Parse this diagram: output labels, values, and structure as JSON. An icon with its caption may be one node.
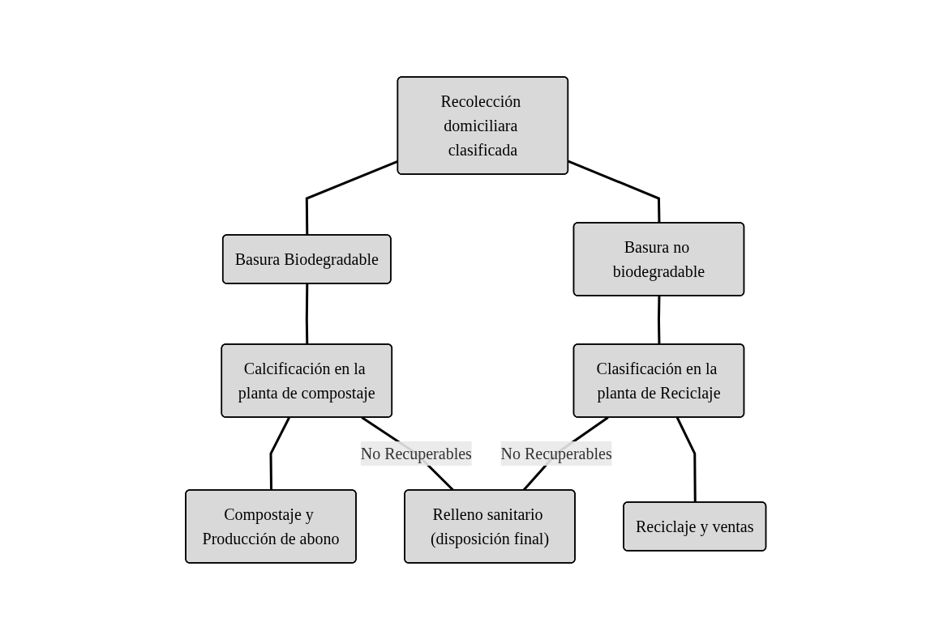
{
  "diagram": {
    "nodes": [
      {
        "text": [
          "Recolección domiciliara clasificada"
        ]
      },
      {
        "text": [
          "Basura Biodegradable"
        ]
      },
      {
        "text": [
          "Basura no biodegradable"
        ]
      },
      {
        "text": [
          "Calcificación en la planta de compostaje"
        ]
      },
      {
        "text": [
          "Clasificación en la planta de Reciclaje"
        ]
      },
      {
        "text": [
          "Compostaje y Producción de abono"
        ]
      },
      {
        "text": [
          "Relleno sanitario (disposición final)"
        ]
      },
      {
        "text": [
          "Reciclaje y ventas"
        ]
      }
    ],
    "edges": [
      {
        "from": 0,
        "to": 1,
        "arrow": "none"
      },
      {
        "from": 0,
        "to": 2,
        "arrow": "none"
      },
      {
        "from": 1,
        "to": 3,
        "arrow": "none"
      },
      {
        "from": 3,
        "to": 5,
        "arrow": "none"
      },
      {
        "from": 3,
        "to": 6,
        "label": "No Recuperables",
        "arrow": "none"
      },
      {
        "from": 2,
        "to": 4,
        "arrow": "none"
      },
      {
        "from": 4,
        "to": 6,
        "label": "No Recuperables",
        "arrow": "none"
      },
      {
        "from": 4,
        "to": 7,
        "arrow": "none"
      }
    ]
  }
}
